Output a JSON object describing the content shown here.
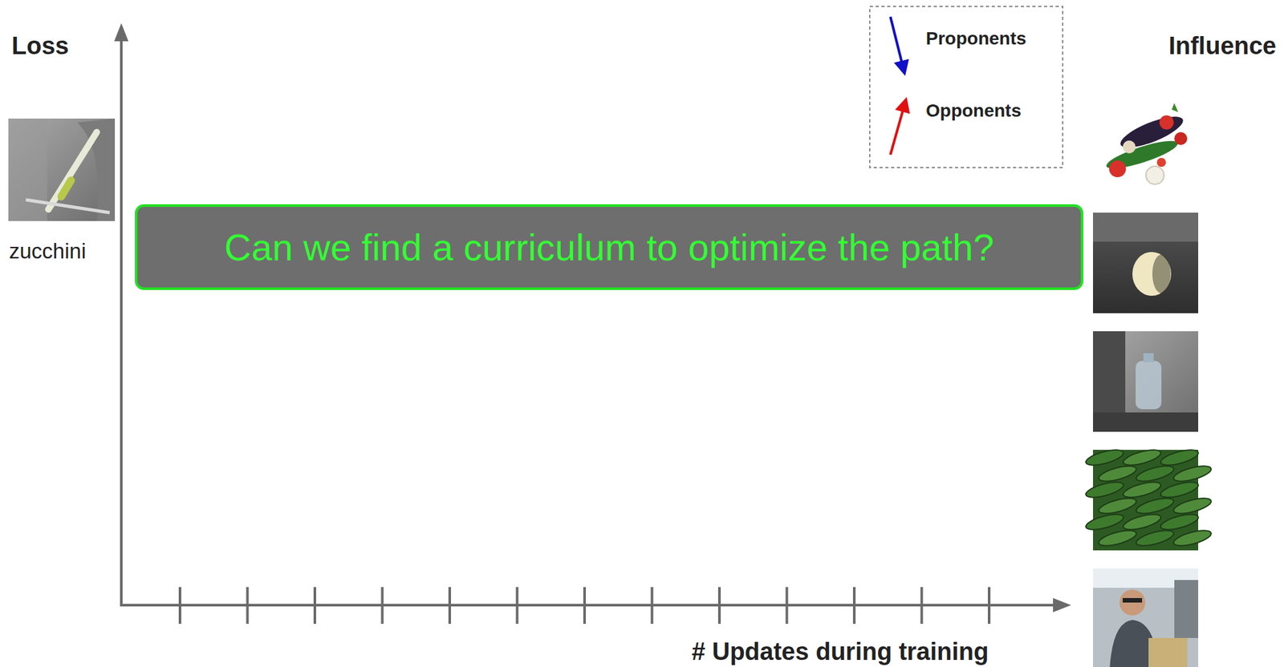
{
  "diagram": {
    "nodes": [
      {
        "text": [
          "Can we find a curriculum to optimize the path?"
        ]
      }
    ],
    "labels": [
      "Loss",
      "zucchini",
      "Influence",
      "# Updates during training"
    ],
    "legend": [
      {
        "text": "Proponents"
      },
      {
        "text": "Opponents"
      }
    ]
  }
}
